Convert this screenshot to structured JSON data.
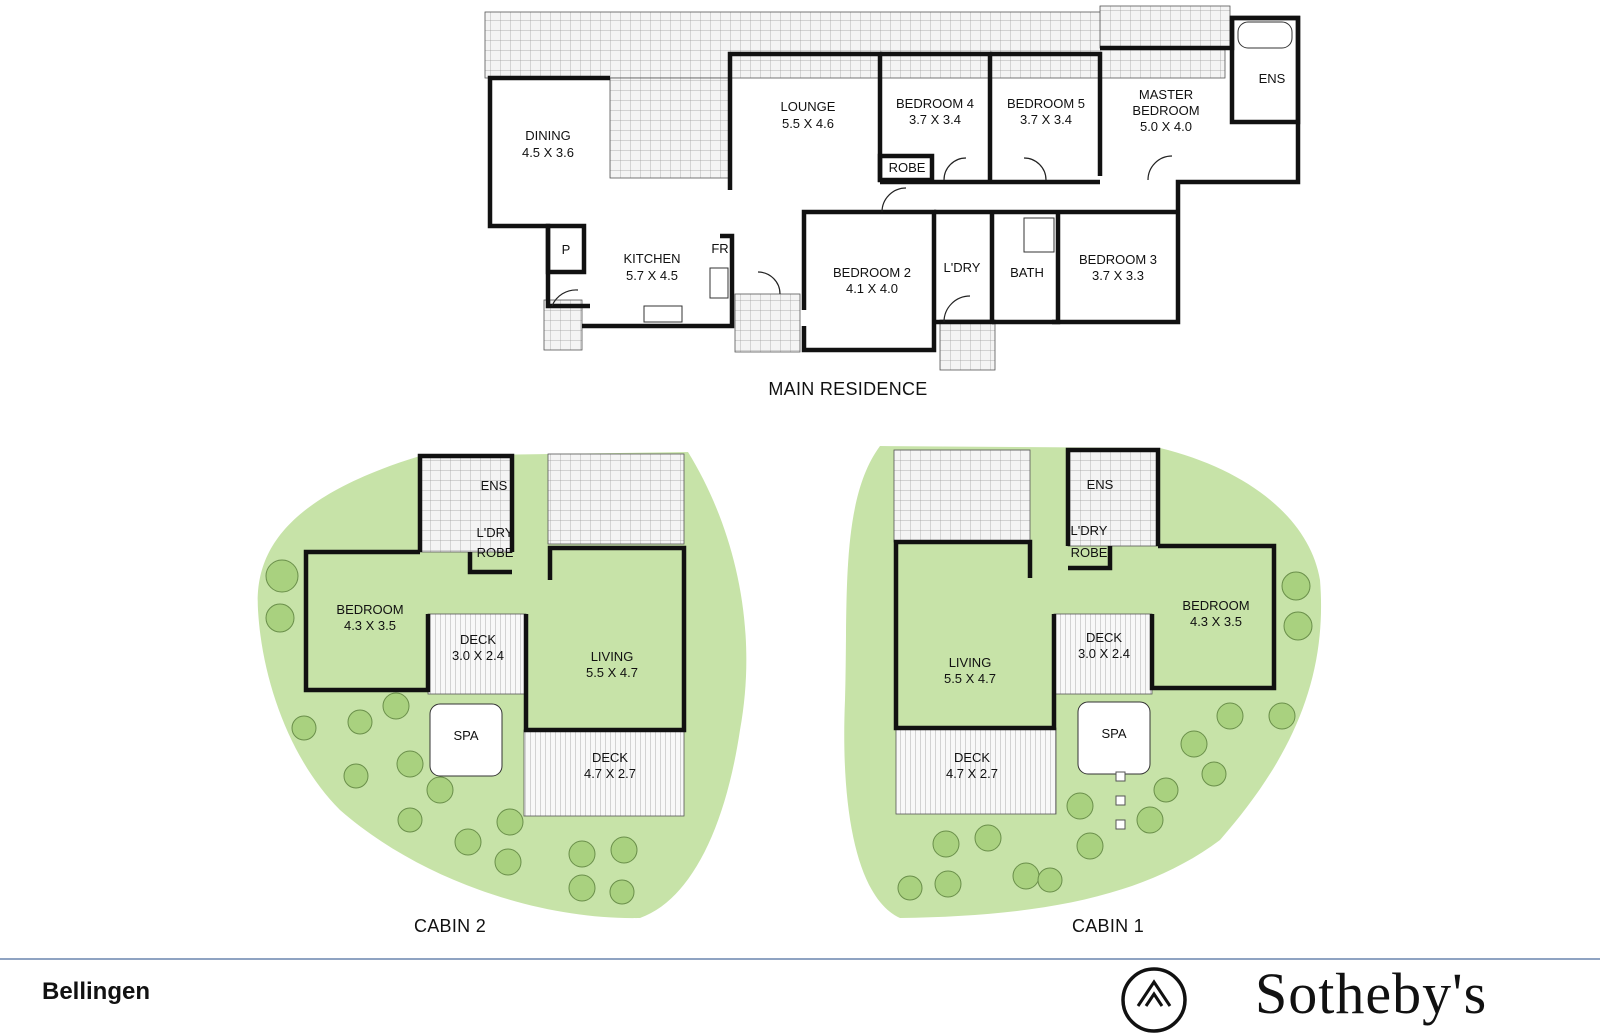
{
  "main_residence": {
    "title": "MAIN RESIDENCE",
    "rooms": [
      {
        "name": "DINING",
        "dim": "4.5 X 3.6"
      },
      {
        "name": "LOUNGE",
        "dim": "5.5 X 4.6"
      },
      {
        "name": "BEDROOM 4",
        "dim": "3.7 X 3.4"
      },
      {
        "name": "BEDROOM 5",
        "dim": "3.7 X 3.4"
      },
      {
        "name": "MASTER",
        "name2": "BEDROOM",
        "dim": "5.0 X 4.0"
      },
      {
        "name": "ENS"
      },
      {
        "name": "ROBE"
      },
      {
        "name": "KITCHEN",
        "dim": "5.7 X 4.5"
      },
      {
        "name": "P"
      },
      {
        "name": "FR"
      },
      {
        "name": "BEDROOM 2",
        "dim": "4.1 X 4.0"
      },
      {
        "name": "L'DRY"
      },
      {
        "name": "BATH"
      },
      {
        "name": "BEDROOM 3",
        "dim": "3.7 X 3.3"
      }
    ]
  },
  "cabin_2": {
    "title": "CABIN 2",
    "rooms": [
      {
        "name": "ENS"
      },
      {
        "name": "L'DRY"
      },
      {
        "name": "ROBE"
      },
      {
        "name": "BEDROOM",
        "dim": "4.3 X 3.5"
      },
      {
        "name": "DECK",
        "dim": "3.0 X 2.4"
      },
      {
        "name": "LIVING",
        "dim": "5.5 X 4.7"
      },
      {
        "name": "SPA"
      },
      {
        "name": "DECK",
        "dim": "4.7 X 2.7"
      }
    ]
  },
  "cabin_1": {
    "title": "CABIN 1",
    "rooms": [
      {
        "name": "ENS"
      },
      {
        "name": "L'DRY"
      },
      {
        "name": "ROBE"
      },
      {
        "name": "BEDROOM",
        "dim": "4.3 X 3.5"
      },
      {
        "name": "DECK",
        "dim": "3.0 X 2.4"
      },
      {
        "name": "LIVING",
        "dim": "5.5 X 4.7"
      },
      {
        "name": "SPA"
      },
      {
        "name": "DECK",
        "dim": "4.7 X 2.7"
      }
    ]
  },
  "footer": {
    "location": "Bellingen",
    "brand": "Sotheby's"
  },
  "colors": {
    "lawn": "#c7e3a8",
    "wall": "#111111",
    "rule": "#8fa3c2"
  }
}
